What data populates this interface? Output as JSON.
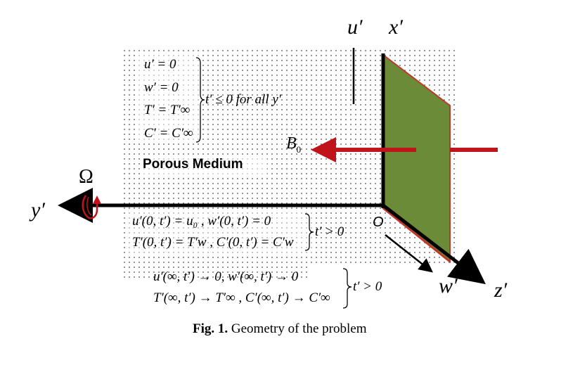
{
  "axes": {
    "u_prime": "u′",
    "x_prime": "x′",
    "y_prime": "y′",
    "z_prime": "z′",
    "w_prime": "w′",
    "origin": "O",
    "omega": "Ω",
    "B0": "B",
    "B0_sub": "0"
  },
  "initial_conditions": {
    "eqs": [
      "u′ = 0",
      "w′ = 0",
      "T′ = T′∞",
      "C′ = C′∞"
    ],
    "condition": "t′ ≤ 0 for all y′"
  },
  "porous_label": "Porous Medium",
  "wall_conditions": {
    "line1": "u′(0, t′) = u₀ , w′(0, t′) = 0",
    "line2": "T′(0, t′) = T′w , C′(0, t′) = C′w",
    "condition": "t′ > 0"
  },
  "far_conditions": {
    "line1": "u′(∞, t′) → 0, w′(∞, t′) → 0",
    "line2": "T′(∞, t′) → T′∞ , C′(∞, t′) → C′∞",
    "condition": "t′ > 0"
  },
  "caption": {
    "label": "Fig. 1.",
    "text": " Geometry of the problem"
  },
  "colors": {
    "plate": "#6b8b38",
    "plate_edge": "#c0392b",
    "field_arrow": "#c0141a",
    "axis": "#000000"
  }
}
